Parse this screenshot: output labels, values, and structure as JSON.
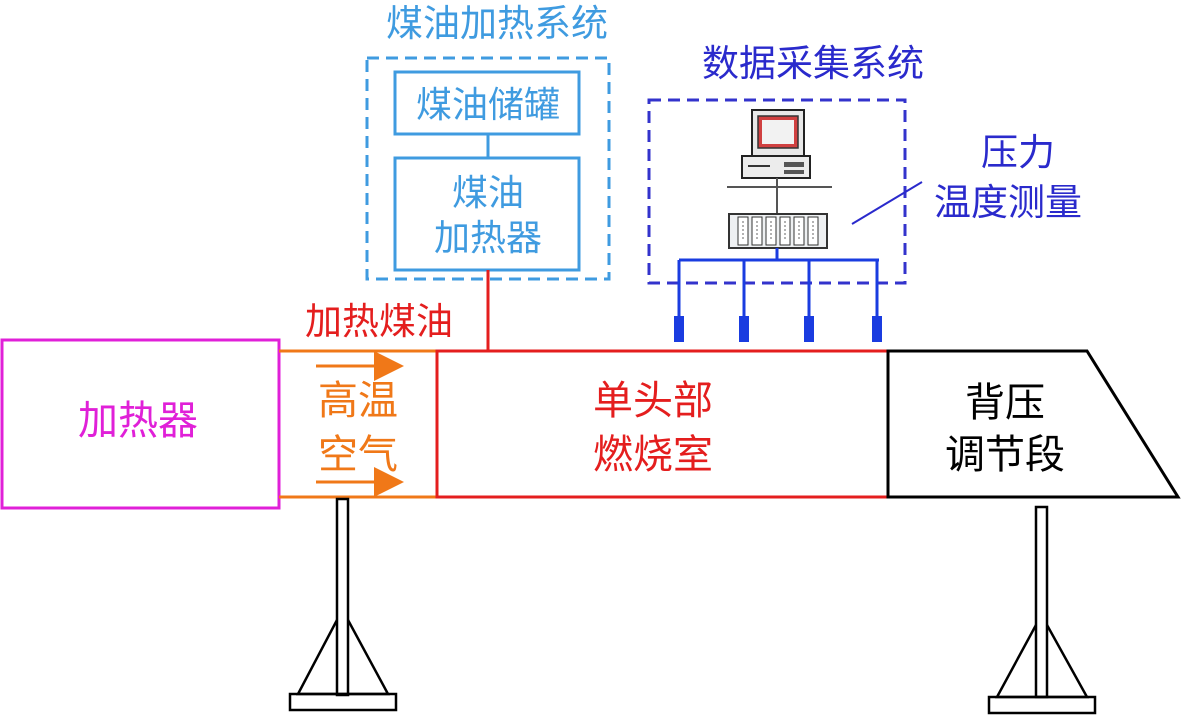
{
  "labels": {
    "kerosene_system": "煤油加热系统",
    "kerosene_tank": "煤油储罐",
    "kerosene_heater_line1": "煤油",
    "kerosene_heater_line2": "加热器",
    "data_system": "数据采集系统",
    "measure_line1": "压力",
    "measure_line2": "温度测量",
    "heated_kerosene": "加热煤油",
    "heater": "加热器",
    "hot_air_line1": "高温",
    "hot_air_line2": "空气",
    "chamber_line1": "单头部",
    "chamber_line2": "燃烧室",
    "back_pressure_line1": "背压",
    "back_pressure_line2": "调节段"
  },
  "colors": {
    "kerosene_system": "#3f9be0",
    "data_system": "#3333cc",
    "data_title": "#2a2acc",
    "heater": "#e020d8",
    "hot_air": "#f07818",
    "chamber": "#e41e1e",
    "back_pressure": "#000000",
    "sensor": "#1a3ce0"
  },
  "icons": [
    "computer-icon",
    "daq-module-icon"
  ]
}
